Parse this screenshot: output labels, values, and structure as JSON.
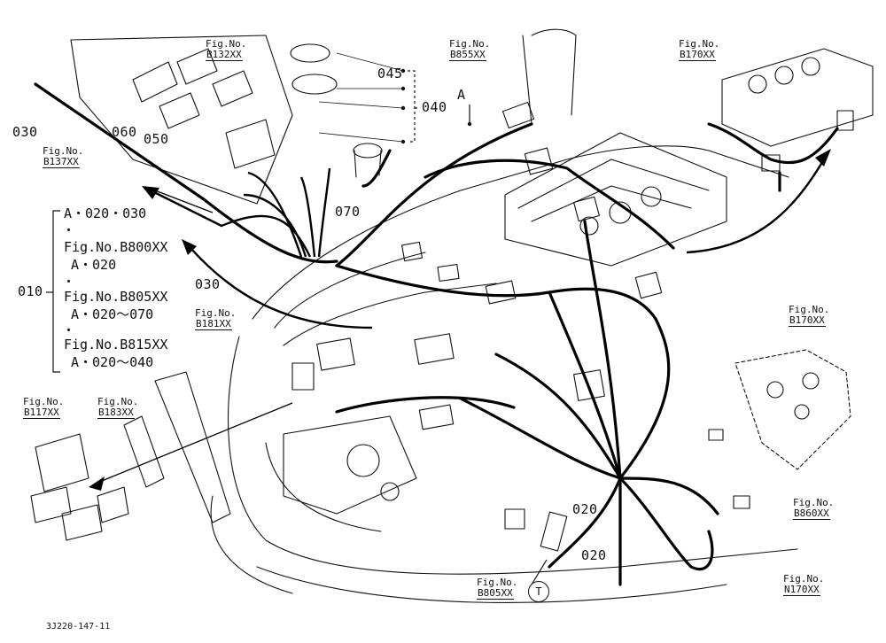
{
  "figure_refs": [
    {
      "id": "b132",
      "top": "Fig.No.",
      "code": "B132XX"
    },
    {
      "id": "b137",
      "top": "Fig.No.",
      "code": "B137XX"
    },
    {
      "id": "b855",
      "top": "Fig.No.",
      "code": "B855XX"
    },
    {
      "id": "b170a",
      "top": "Fig.No.",
      "code": "B170XX"
    },
    {
      "id": "b181",
      "top": "Fig.No.",
      "code": "B181XX"
    },
    {
      "id": "b170b",
      "top": "Fig.No.",
      "code": "B170XX"
    },
    {
      "id": "b117",
      "top": "Fig.No.",
      "code": "B117XX"
    },
    {
      "id": "b183",
      "top": "Fig.No.",
      "code": "B183XX"
    },
    {
      "id": "b860",
      "top": "Fig.No.",
      "code": "B860XX"
    },
    {
      "id": "n170",
      "top": "Fig.No.",
      "code": "N170XX"
    },
    {
      "id": "b805",
      "top": "Fig.No.",
      "code": "B805XX"
    }
  ],
  "part_numbers": {
    "p045": "045",
    "p040": "040",
    "pA": "A",
    "p030a": "030",
    "p060": "060",
    "p050": "050",
    "p070": "070",
    "p030b": "030",
    "p010": "010",
    "p020a": "020",
    "p020b": "020"
  },
  "legend": {
    "line1": "A・020・030",
    "dot1": "・",
    "line2": "Fig.No.B800XX",
    "line3": "A・020",
    "dot2": "・",
    "line4": "Fig.No.B805XX",
    "line5": "A・020〜070",
    "dot3": "・",
    "line6": "Fig.No.B815XX",
    "line7": "A・020〜040"
  },
  "marker_T": "T",
  "drawing_number": "3J220-147-11"
}
